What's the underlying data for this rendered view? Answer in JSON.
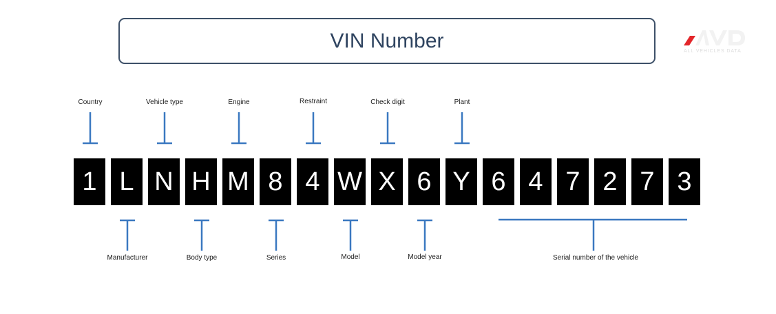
{
  "title": "VIN Number",
  "logo": {
    "text": "AVD",
    "subtitle": "ALL VEHICLES DATA",
    "accent_color": "#e3262a"
  },
  "vin_characters": [
    "1",
    "L",
    "N",
    "H",
    "M",
    "8",
    "4",
    "W",
    "X",
    "6",
    "Y",
    "6",
    "4",
    "7",
    "2",
    "7",
    "3"
  ],
  "labels_top": {
    "country": "Country",
    "vehicle_type": "Vehicle type",
    "engine": "Engine",
    "restraint": "Restraint",
    "check_digit": "Check digit",
    "plant": "Plant"
  },
  "labels_bottom": {
    "manufacturer": "Manufacturer",
    "body_type": "Body type",
    "series": "Series",
    "model": "Model",
    "model_year": "Model year",
    "serial_number": "Serial number of the vehicle"
  },
  "colors": {
    "connector": "#3a78c0",
    "box_border": "#3d5068",
    "title": "#2f4460",
    "char_bg": "#000000"
  }
}
